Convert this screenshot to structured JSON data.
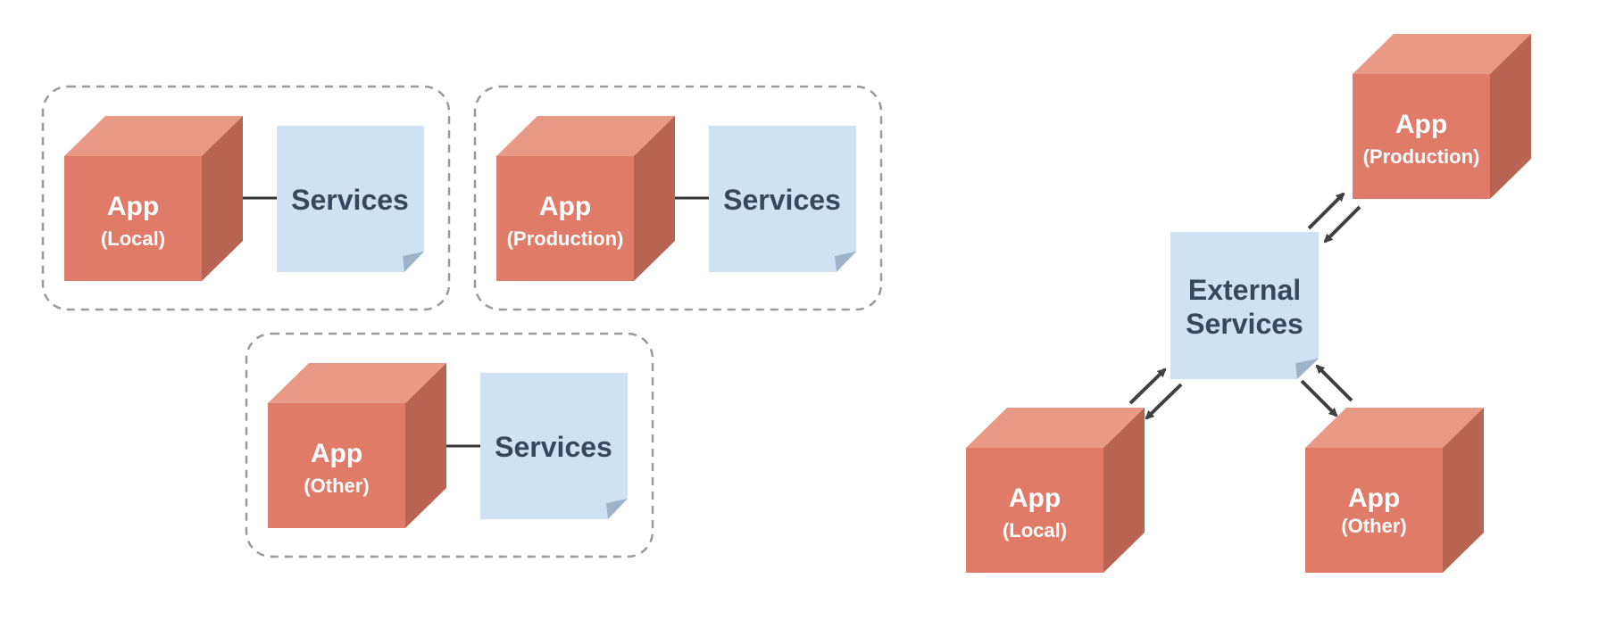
{
  "colors": {
    "cube_front": "#e07b69",
    "cube_top": "#e89a87",
    "cube_side": "#b76452",
    "note_fill": "#cfe2f3",
    "note_fold": "#9fb3c8",
    "text_dark": "#34495e",
    "group_border": "#9a9a9a",
    "connector": "#333333",
    "arrow": "#404040"
  },
  "groups": [
    {
      "app": {
        "title": "App",
        "subtitle": "(Local)"
      },
      "services": {
        "label": "Services"
      }
    },
    {
      "app": {
        "title": "App",
        "subtitle": "(Production)"
      },
      "services": {
        "label": "Services"
      }
    },
    {
      "app": {
        "title": "App",
        "subtitle": "(Other)"
      },
      "services": {
        "label": "Services"
      }
    }
  ],
  "shared": {
    "external": {
      "line1": "External",
      "line2": "Services"
    },
    "apps": [
      {
        "title": "App",
        "subtitle": "(Production)"
      },
      {
        "title": "App",
        "subtitle": "(Local)"
      },
      {
        "title": "App",
        "subtitle": "(Other)"
      }
    ]
  }
}
